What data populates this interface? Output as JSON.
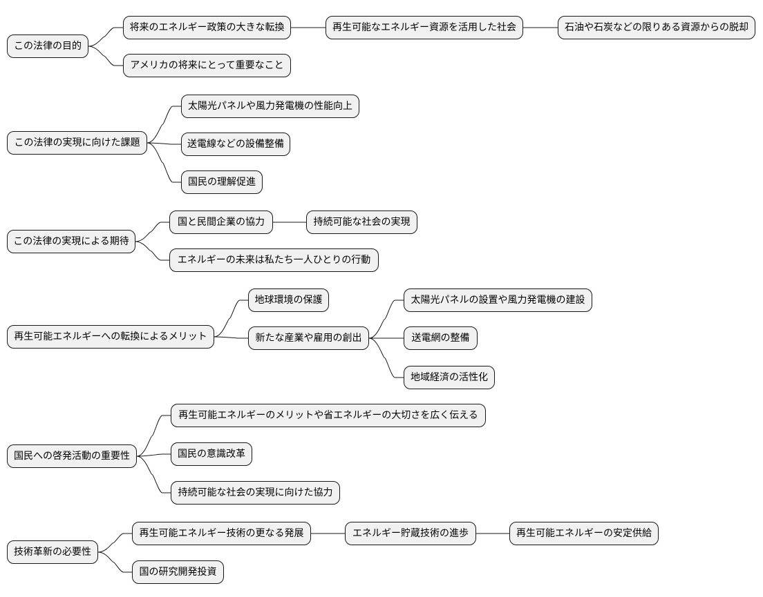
{
  "mindmap": {
    "topics": [
      {
        "label": "この法律の目的",
        "children": [
          {
            "label": "将来のエネルギー政策の大きな転換",
            "children": [
              {
                "label": "再生可能なエネルギー資源を活用した社会",
                "children": [
                  {
                    "label": "石油や石炭などの限りある資源からの脱却"
                  }
                ]
              }
            ]
          },
          {
            "label": "アメリカの将来にとって重要なこと"
          }
        ]
      },
      {
        "label": "この法律の実現に向けた課題",
        "children": [
          {
            "label": "太陽光パネルや風力発電機の性能向上"
          },
          {
            "label": "送電線などの設備整備"
          },
          {
            "label": "国民の理解促進"
          }
        ]
      },
      {
        "label": "この法律の実現による期待",
        "children": [
          {
            "label": "国と民間企業の協力",
            "children": [
              {
                "label": "持続可能な社会の実現"
              }
            ]
          },
          {
            "label": "エネルギーの未来は私たち一人ひとりの行動"
          }
        ]
      },
      {
        "label": "再生可能エネルギーへの転換によるメリット",
        "children": [
          {
            "label": "地球環境の保護"
          },
          {
            "label": "新たな産業や雇用の創出",
            "children": [
              {
                "label": "太陽光パネルの設置や風力発電機の建設"
              },
              {
                "label": "送電網の整備"
              },
              {
                "label": "地域経済の活性化"
              }
            ]
          }
        ]
      },
      {
        "label": "国民への啓発活動の重要性",
        "children": [
          {
            "label": "再生可能エネルギーのメリットや省エネルギーの大切さを広く伝える"
          },
          {
            "label": "国民の意識改革"
          },
          {
            "label": "持続可能な社会の実現に向けた協力"
          }
        ]
      },
      {
        "label": "技術革新の必要性",
        "children": [
          {
            "label": "再生可能エネルギー技術の更なる発展",
            "children": [
              {
                "label": "エネルギー貯蔵技術の進歩",
                "children": [
                  {
                    "label": "再生可能エネルギーの安定供給"
                  }
                ]
              }
            ]
          },
          {
            "label": "国の研究開発投資"
          }
        ]
      }
    ]
  }
}
